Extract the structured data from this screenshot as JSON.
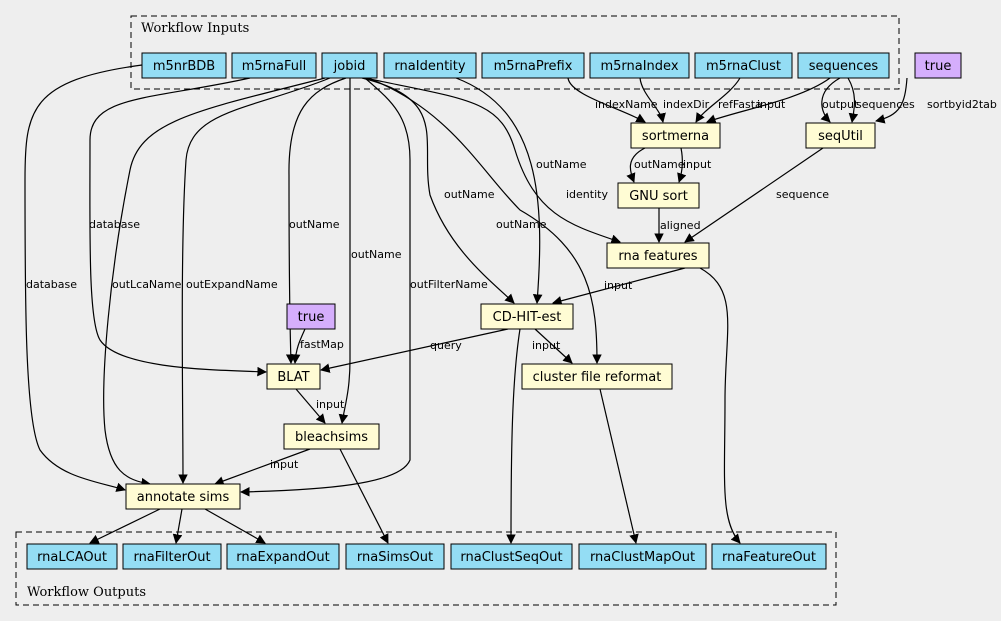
{
  "colors": {
    "background": "#eeeeee",
    "io_fill": "#94ddf4",
    "step_fill": "#fffcd4",
    "const_fill": "#d5aefc"
  },
  "clusters": {
    "inputs": {
      "label": "Workflow Inputs"
    },
    "outputs": {
      "label": "Workflow Outputs"
    }
  },
  "nodes": {
    "m5nrBDB": {
      "label": "m5nrBDB",
      "kind": "input"
    },
    "m5rnaFull": {
      "label": "m5rnaFull",
      "kind": "input"
    },
    "jobid": {
      "label": "jobid",
      "kind": "input"
    },
    "rnaIdentity": {
      "label": "rnaIdentity",
      "kind": "input"
    },
    "m5rnaPrefix": {
      "label": "m5rnaPrefix",
      "kind": "input"
    },
    "m5rnaIndex": {
      "label": "m5rnaIndex",
      "kind": "input"
    },
    "m5rnaClust": {
      "label": "m5rnaClust",
      "kind": "input"
    },
    "sequences": {
      "label": "sequences",
      "kind": "input"
    },
    "true1": {
      "label": "true",
      "kind": "const"
    },
    "sortmerna": {
      "label": "sortmerna",
      "kind": "step"
    },
    "seqUtil": {
      "label": "seqUtil",
      "kind": "step"
    },
    "gnusort": {
      "label": "GNU sort",
      "kind": "step"
    },
    "rnafeatures": {
      "label": "rna features",
      "kind": "step"
    },
    "cdhit": {
      "label": "CD-HIT-est",
      "kind": "step"
    },
    "true2": {
      "label": "true",
      "kind": "const"
    },
    "blat": {
      "label": "BLAT",
      "kind": "step"
    },
    "clusterreformat": {
      "label": "cluster file reformat",
      "kind": "step"
    },
    "bleachsims": {
      "label": "bleachsims",
      "kind": "step"
    },
    "annotatesims": {
      "label": "annotate sims",
      "kind": "step"
    },
    "rnaLCAOut": {
      "label": "rnaLCAOut",
      "kind": "output"
    },
    "rnaFilterOut": {
      "label": "rnaFilterOut",
      "kind": "output"
    },
    "rnaExpandOut": {
      "label": "rnaExpandOut",
      "kind": "output"
    },
    "rnaSimsOut": {
      "label": "rnaSimsOut",
      "kind": "output"
    },
    "rnaClustSeqOut": {
      "label": "rnaClustSeqOut",
      "kind": "output"
    },
    "rnaClustMapOut": {
      "label": "rnaClustMapOut",
      "kind": "output"
    },
    "rnaFeatureOut": {
      "label": "rnaFeatureOut",
      "kind": "output"
    }
  },
  "edges": [
    {
      "from": "m5rnaPrefix",
      "to": "sortmerna",
      "label": "indexName"
    },
    {
      "from": "m5rnaIndex",
      "to": "sortmerna",
      "label": "indexDir"
    },
    {
      "from": "m5rnaClust",
      "to": "sortmerna",
      "label": "refFasta"
    },
    {
      "from": "sequences",
      "to": "sortmerna",
      "label": "input"
    },
    {
      "from": "sequences",
      "to": "seqUtil",
      "label": "output"
    },
    {
      "from": "sequences",
      "to": "seqUtil",
      "label": "sequences"
    },
    {
      "from": "true1",
      "to": "seqUtil",
      "label": "sortbyid2tab"
    },
    {
      "from": "sortmerna",
      "to": "gnusort",
      "label": "outName"
    },
    {
      "from": "sortmerna",
      "to": "gnusort",
      "label": "input"
    },
    {
      "from": "gnusort",
      "to": "rnafeatures",
      "label": "aligned"
    },
    {
      "from": "seqUtil",
      "to": "rnafeatures",
      "label": "sequence"
    },
    {
      "from": "jobid",
      "to": "rnafeatures",
      "label": "outName"
    },
    {
      "from": "rnaIdentity",
      "to": "cdhit",
      "label": "identity"
    },
    {
      "from": "jobid",
      "to": "cdhit",
      "label": "outName"
    },
    {
      "from": "jobid",
      "to": "clusterreformat",
      "label": "outName"
    },
    {
      "from": "rnafeatures",
      "to": "cdhit",
      "label": "input"
    },
    {
      "from": "cdhit",
      "to": "blat",
      "label": "query"
    },
    {
      "from": "cdhit",
      "to": "clusterreformat",
      "label": "input"
    },
    {
      "from": "true2",
      "to": "blat",
      "label": "fastMap"
    },
    {
      "from": "m5rnaFull",
      "to": "blat",
      "label": "database"
    },
    {
      "from": "jobid",
      "to": "blat",
      "label": "outName"
    },
    {
      "from": "jobid",
      "to": "bleachsims",
      "label": "outName"
    },
    {
      "from": "blat",
      "to": "bleachsims",
      "label": "input"
    },
    {
      "from": "bleachsims",
      "to": "annotatesims",
      "label": "input"
    },
    {
      "from": "m5nrBDB",
      "to": "annotatesims",
      "label": "database"
    },
    {
      "from": "jobid",
      "to": "annotatesims",
      "label": "outLcaName"
    },
    {
      "from": "jobid",
      "to": "annotatesims",
      "label": "outExpandName"
    },
    {
      "from": "jobid",
      "to": "annotatesims",
      "label": "outFilterName"
    },
    {
      "from": "annotatesims",
      "to": "rnaLCAOut",
      "label": ""
    },
    {
      "from": "annotatesims",
      "to": "rnaFilterOut",
      "label": ""
    },
    {
      "from": "annotatesims",
      "to": "rnaExpandOut",
      "label": ""
    },
    {
      "from": "bleachsims",
      "to": "rnaSimsOut",
      "label": ""
    },
    {
      "from": "cdhit",
      "to": "rnaClustSeqOut",
      "label": ""
    },
    {
      "from": "clusterreformat",
      "to": "rnaClustMapOut",
      "label": ""
    },
    {
      "from": "rnafeatures",
      "to": "rnaFeatureOut",
      "label": ""
    }
  ]
}
